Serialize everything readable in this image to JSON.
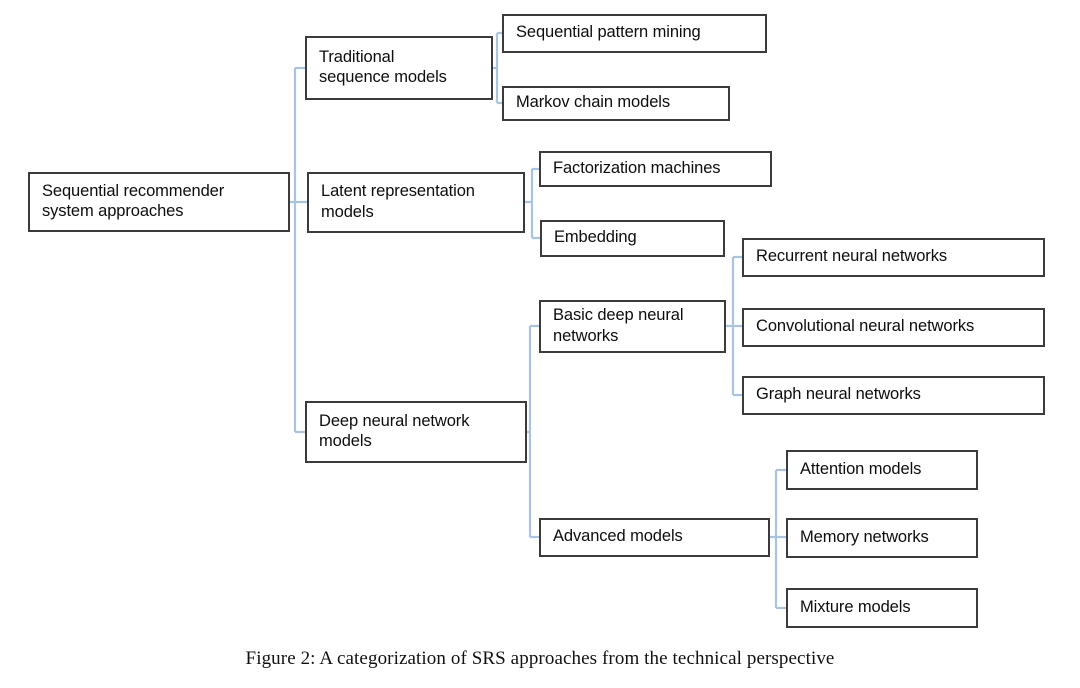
{
  "figure": {
    "caption": "Figure 2: A categorization of SRS approaches from the technical perspective",
    "connector_color": "#a9c4e3",
    "box_border_color": "#3b3b3b",
    "background_color": "#ffffff",
    "text_color": "#0d0d0d"
  },
  "tree": {
    "root": {
      "label": "Sequential recommender\nsystem approaches"
    },
    "level2": [
      {
        "label": "Traditional\nsequence models"
      },
      {
        "label": "Latent representation\nmodels"
      },
      {
        "label": "Deep neural network\nmodels"
      }
    ],
    "level3": [
      {
        "label": "Sequential pattern mining",
        "parent": "Traditional sequence models"
      },
      {
        "label": "Markov chain models",
        "parent": "Traditional sequence models"
      },
      {
        "label": "Factorization machines",
        "parent": "Latent representation models"
      },
      {
        "label": "Embedding",
        "parent": "Latent representation models"
      },
      {
        "label": "Basic deep neural\nnetworks",
        "parent": "Deep neural network models"
      },
      {
        "label": "Advanced models",
        "parent": "Deep neural network models"
      }
    ],
    "level4": [
      {
        "label": "Recurrent neural networks",
        "parent": "Basic deep neural networks"
      },
      {
        "label": "Convolutional neural networks",
        "parent": "Basic deep neural networks"
      },
      {
        "label": "Graph neural networks",
        "parent": "Basic deep neural networks"
      },
      {
        "label": "Attention models",
        "parent": "Advanced models"
      },
      {
        "label": "Memory networks",
        "parent": "Advanced models"
      },
      {
        "label": "Mixture models",
        "parent": "Advanced models"
      }
    ]
  }
}
